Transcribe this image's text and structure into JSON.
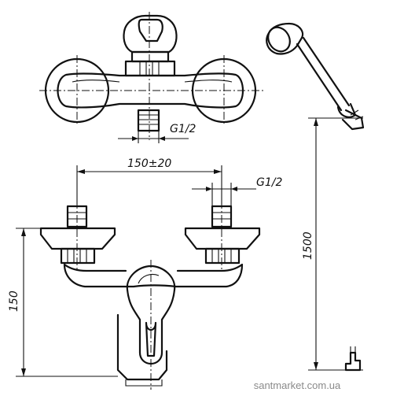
{
  "dimensions": {
    "top_thread": "G1/2",
    "center_distance": "150±20",
    "front_thread": "G1/2",
    "height_left": "150",
    "shower_height": "1500"
  },
  "watermark": "santmarket.com.ua"
}
